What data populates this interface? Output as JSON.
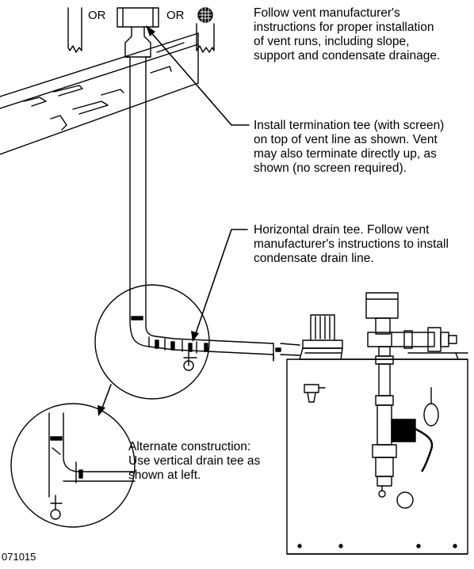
{
  "options": {
    "or_1": "OR",
    "or_2": "OR"
  },
  "notes": {
    "vent_manufacturer": [
      "Follow vent manufacturer's",
      "instructions for proper installation",
      "of vent runs, including slope,",
      "support and condensate drainage."
    ],
    "termination_tee": [
      "Install termination tee (with screen)",
      "on top of vent line as shown. Vent",
      "may also terminate directly up, as",
      "shown (no screen required)."
    ],
    "horizontal_drain_tee": [
      "Horizontal drain tee. Follow vent",
      "manufacturer's instructions to install",
      "condensate drain line."
    ],
    "alternate_construction": [
      "Alternate construction:",
      "Use vertical drain tee as",
      "shown at left."
    ]
  },
  "figure_id": "071015"
}
